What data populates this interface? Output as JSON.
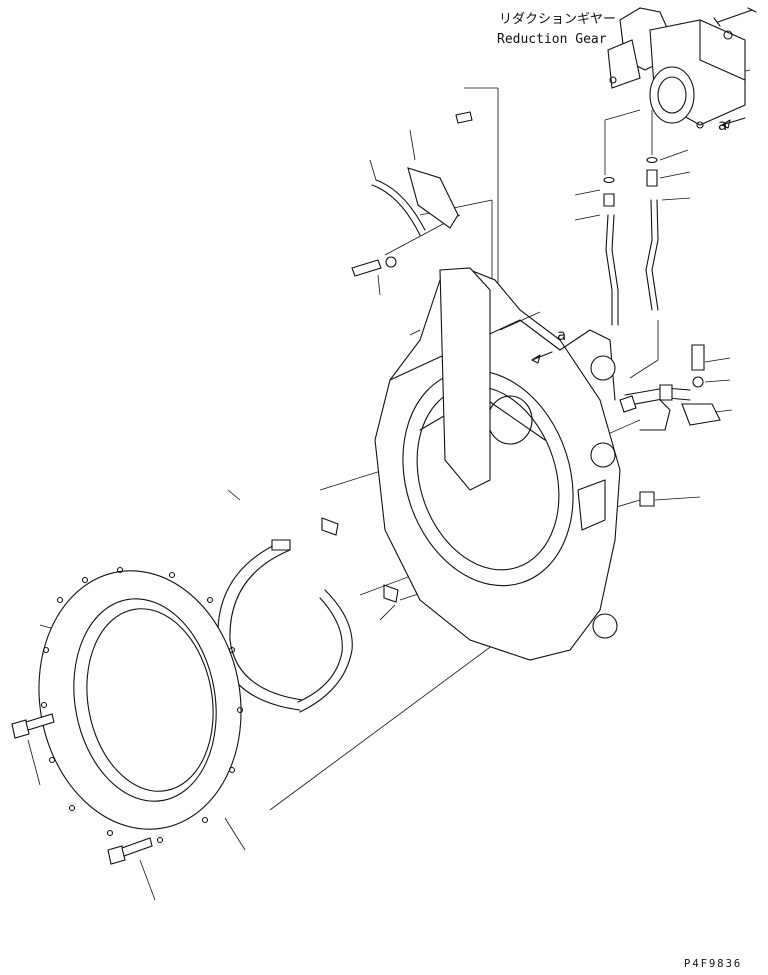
{
  "callout": {
    "japanese": "リダクションギヤー",
    "english": "Reduction Gear"
  },
  "markers": {
    "a_gear": "a",
    "a_housing": "a"
  },
  "drawing_code": "P4F9836"
}
